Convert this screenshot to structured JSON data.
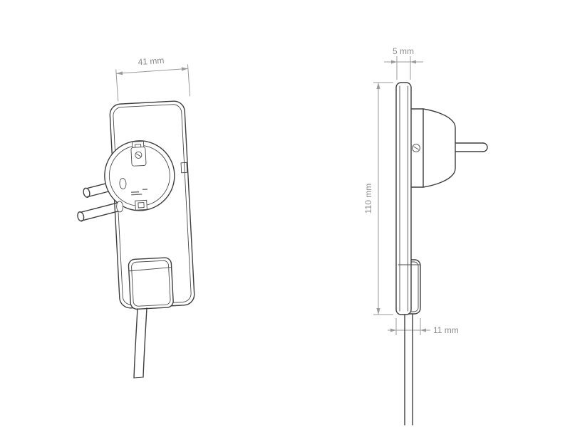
{
  "diagram": {
    "dimensions": {
      "front_width": "41 mm",
      "side_thickness": "5 mm",
      "side_height": "110 mm",
      "side_bottom_depth": "11 mm"
    },
    "colors": {
      "background": "#ffffff",
      "outline": "#3f3f3f",
      "dimension_lines": "#9b9b9b",
      "dimension_text": "#8c8c8c"
    }
  }
}
